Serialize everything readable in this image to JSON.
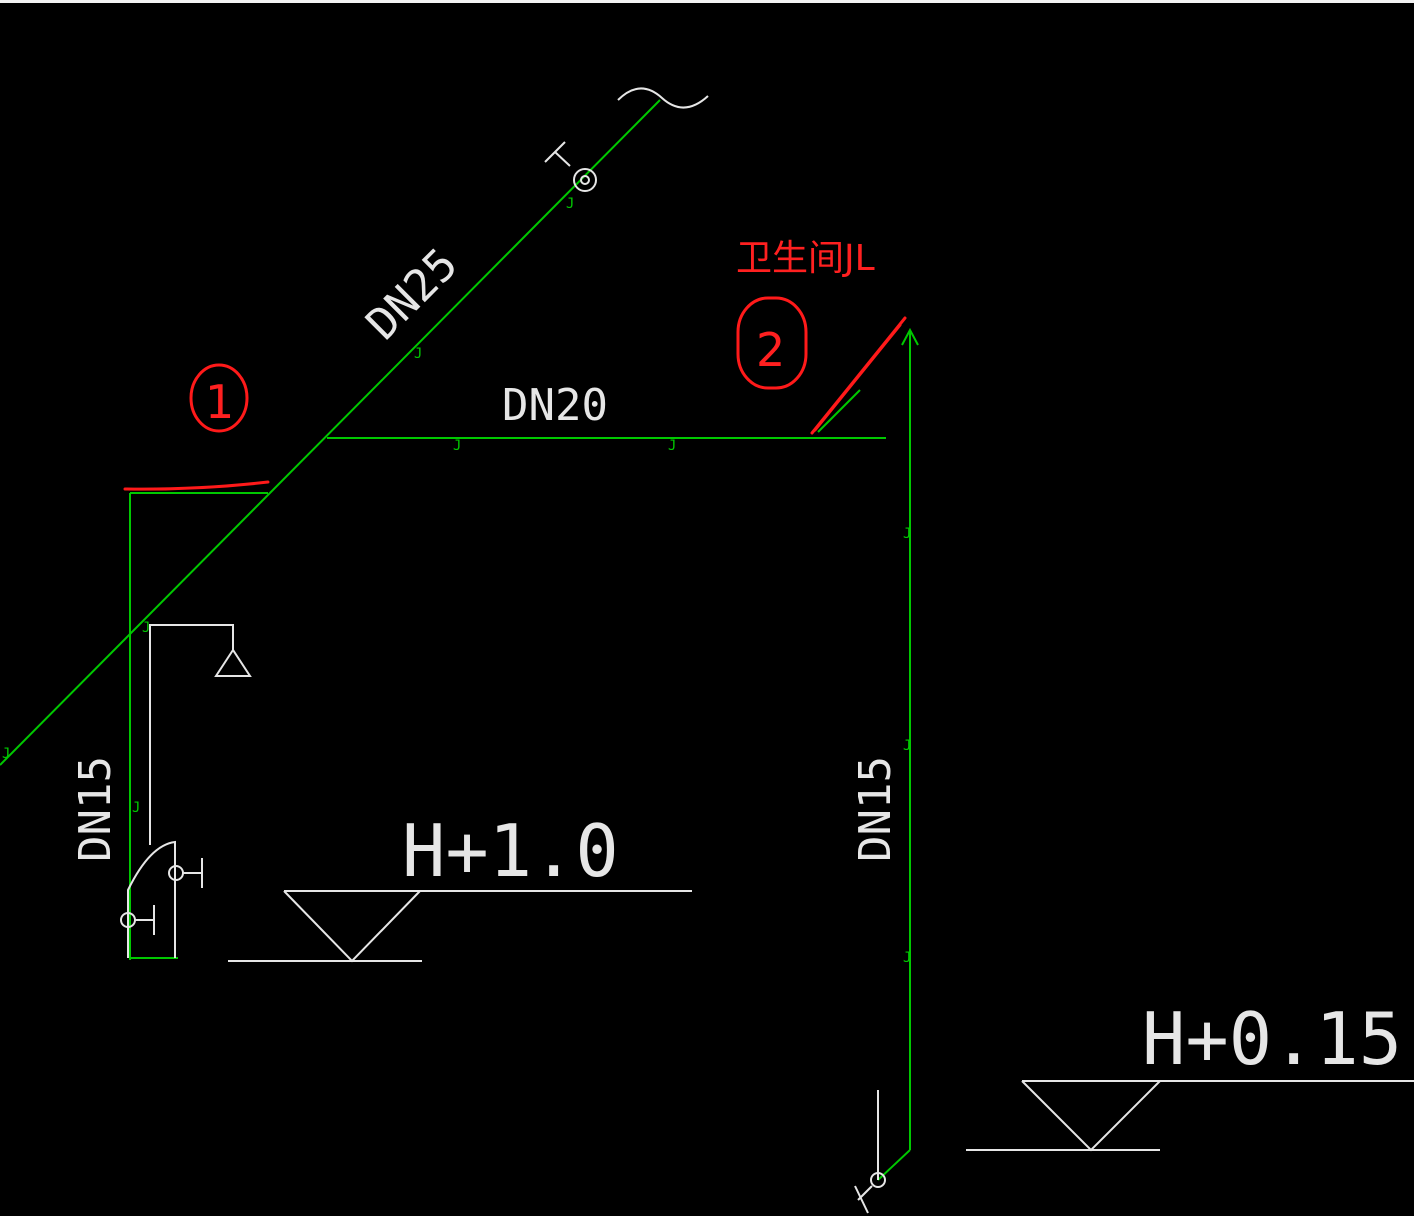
{
  "diagram": {
    "pipe_sizes": {
      "main_riser": "DN25",
      "branch_horizontal": "DN20",
      "left_drop": "DN15",
      "right_drop": "DN15"
    },
    "elevations": {
      "fixture_level": "H+1.0",
      "floor_level": "H+0.15"
    },
    "pipe_marker": "J",
    "annotations": {
      "title": "卫生间JL",
      "mark_1": "1",
      "mark_2": "2"
    },
    "colors": {
      "background": "#000000",
      "pipe": "#00c800",
      "fixture": "#e6e6e6",
      "markup": "#ff1a1a"
    }
  }
}
